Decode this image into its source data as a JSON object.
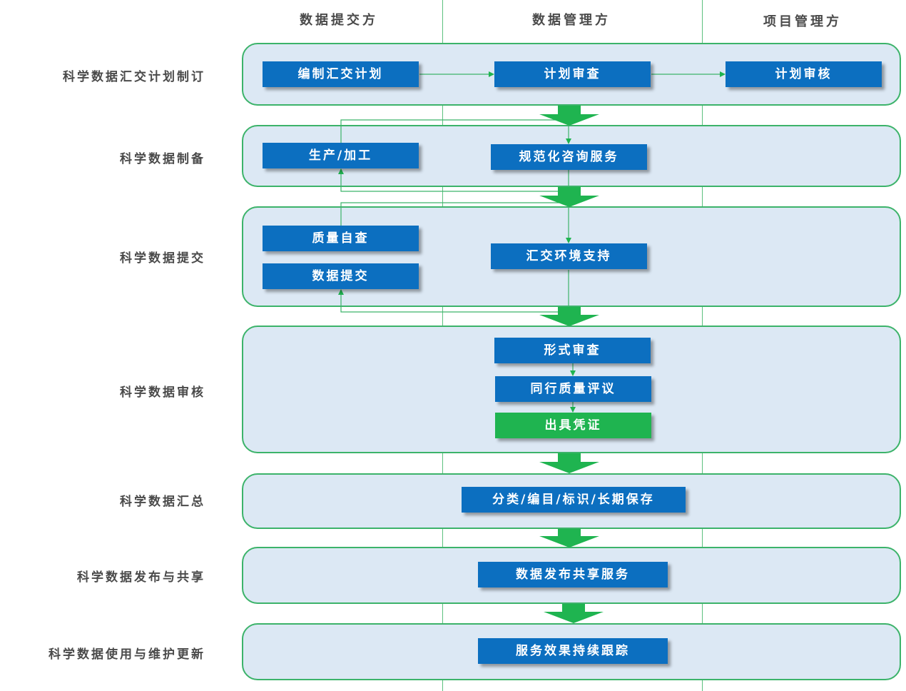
{
  "columns": {
    "submitter": "数据提交方",
    "manager": "数据管理方",
    "project": "项目管理方"
  },
  "rows": [
    "科学数据汇交计划制订",
    "科学数据制备",
    "科学数据提交",
    "科学数据审核",
    "科学数据汇总",
    "科学数据发布与共享",
    "科学数据使用与维护更新"
  ],
  "boxes": {
    "compile_plan": "编制汇交计划",
    "plan_review": "计划审查",
    "plan_audit": "计划审核",
    "production": "生产/加工",
    "standard_consult": "规范化咨询服务",
    "quality_check": "质量自查",
    "data_submit": "数据提交",
    "env_support": "汇交环境支持",
    "format_review": "形式审查",
    "peer_review": "同行质量评议",
    "certificate": "出具凭证",
    "catalog_store": "分类/编目/标识/长期保存",
    "publish_share": "数据发布共享服务",
    "effect_track": "服务效果持续跟踪"
  },
  "colors": {
    "box_blue": "#0c6fc0",
    "box_green": "#1fb450",
    "band_fill": "#dce8f4",
    "band_border": "#3cb36a",
    "arrow_green": "#1fb450"
  }
}
